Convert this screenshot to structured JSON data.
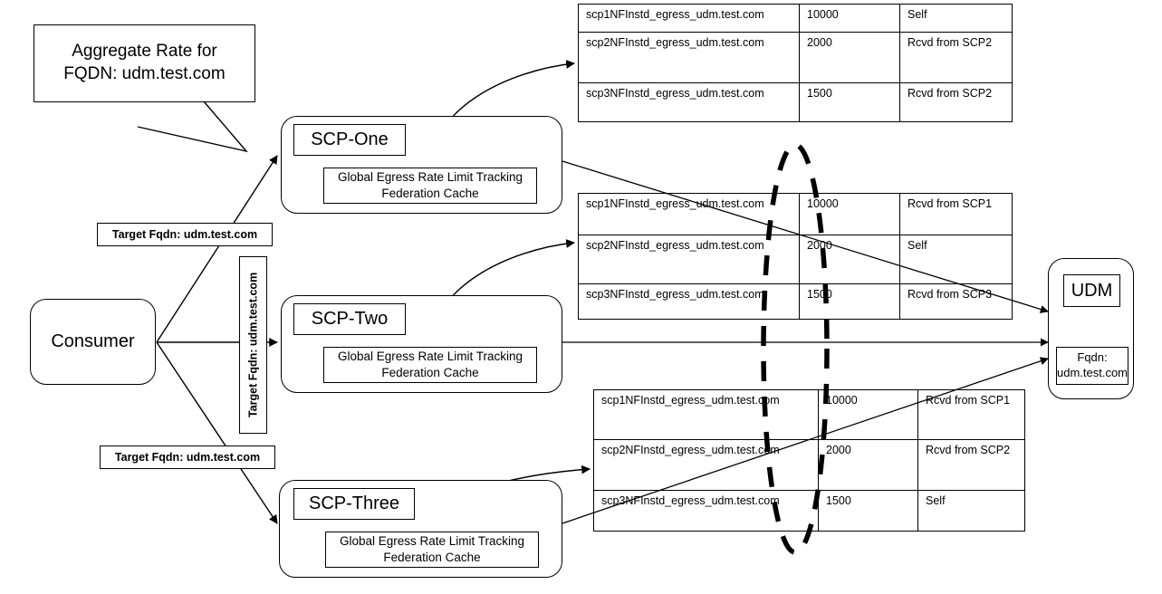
{
  "callout": {
    "line1": "Aggregate Rate for",
    "line2": "FQDN: udm.test.com"
  },
  "nodes": {
    "consumer": {
      "label": "Consumer"
    },
    "scp_one": {
      "label": "SCP-One",
      "cache_line1": "Global Egress Rate Limit Tracking",
      "cache_line2": "Federation Cache"
    },
    "scp_two": {
      "label": "SCP-Two",
      "cache_line1": "Global Egress Rate Limit Tracking",
      "cache_line2": "Federation Cache"
    },
    "scp_three": {
      "label": "SCP-Three",
      "cache_line1": "Global Egress Rate Limit Tracking",
      "cache_line2": "Federation Cache"
    },
    "udm": {
      "label": "UDM",
      "fqdn_line1": "Fqdn:",
      "fqdn_line2": "udm.test.com"
    }
  },
  "edge_labels": {
    "top": "Target Fqdn: udm.test.com",
    "middle": "Target Fqdn: udm.test.com",
    "bottom": "Target Fqdn: udm.test.com"
  },
  "tables": [
    {
      "id": "scp-one-cache-table",
      "rows": [
        {
          "key": "scp1NFInstd_egress_udm.test.com",
          "rate": "10000",
          "source": "Self"
        },
        {
          "key": "scp2NFInstd_egress_udm.test.com",
          "rate": "2000",
          "source": "Rcvd from SCP2"
        },
        {
          "key": "scp3NFInstd_egress_udm.test.com",
          "rate": "1500",
          "source": "Rcvd from SCP2"
        }
      ]
    },
    {
      "id": "scp-two-cache-table",
      "rows": [
        {
          "key": "scp1NFInstd_egress_udm.test.com",
          "rate": "10000",
          "source": "Rcvd from SCP1"
        },
        {
          "key": "scp2NFInstd_egress_udm.test.com",
          "rate": "2000",
          "source": "Self"
        },
        {
          "key": "scp3NFInstd_egress_udm.test.com",
          "rate": "1500",
          "source": "Rcvd from SCP3"
        }
      ]
    },
    {
      "id": "scp-three-cache-table",
      "rows": [
        {
          "key": "scp1NFInstd_egress_udm.test.com",
          "rate": "10000",
          "source": "Rcvd from SCP1"
        },
        {
          "key": "scp2NFInstd_egress_udm.test.com",
          "rate": "2000",
          "source": "Rcvd from SCP2"
        },
        {
          "key": "scp3NFInstd_egress_udm.test.com",
          "rate": "1500",
          "source": "Self"
        }
      ]
    }
  ],
  "colors": {
    "stroke": "#000000",
    "background": "#ffffff"
  }
}
